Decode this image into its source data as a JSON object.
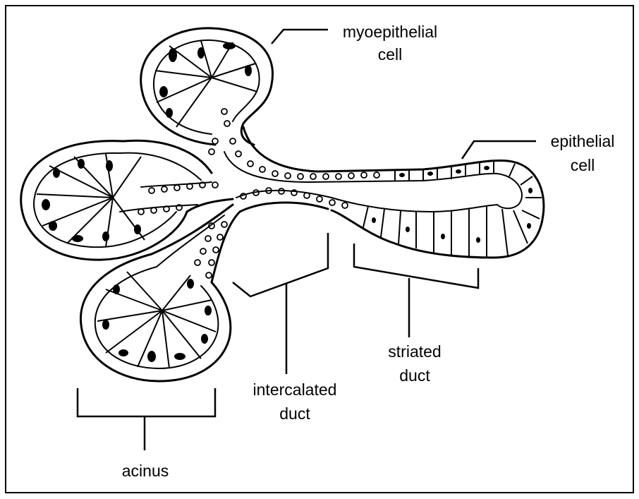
{
  "labels": {
    "myoepithelial_line1": "myoepithelial",
    "myoepithelial_line2": "cell",
    "epithelial_line1": "epithelial",
    "epithelial_line2": "cell",
    "striated_line1": "striated",
    "striated_line2": "duct",
    "intercalated_line1": "intercalated",
    "intercalated_line2": "duct",
    "acinus": "acinus"
  },
  "colors": {
    "ink": "#000000",
    "paper": "#ffffff"
  }
}
